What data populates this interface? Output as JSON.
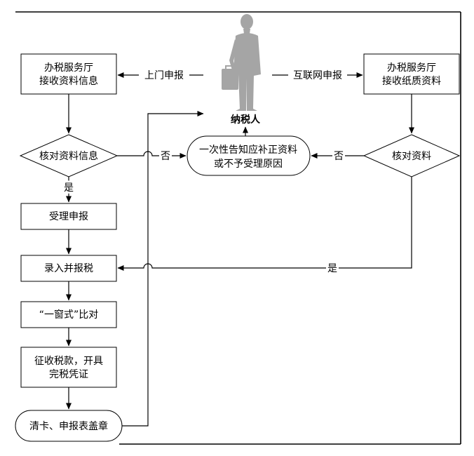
{
  "nodes": {
    "hall_receive_info": {
      "lines": [
        "办税服务厅",
        "接收资料信息"
      ]
    },
    "hall_receive_paper": {
      "lines": [
        "办税服务厅",
        "接收纸质资料"
      ]
    },
    "check_info": {
      "text": "核对资料信息"
    },
    "check_materials": {
      "text": "核对资料"
    },
    "one_time_notice": {
      "lines": [
        "一次性告知应补正资料",
        "或不予受理原因"
      ]
    },
    "taxpayer": {
      "label": "纳税人"
    },
    "accept_declaration": {
      "text": "受理申报"
    },
    "enter_and_report": {
      "text": "录入并报税"
    },
    "one_window_compare": {
      "text": "“一窗式”比对"
    },
    "collect_tax": {
      "lines": [
        "征收税款，开具",
        "完税凭证"
      ]
    },
    "clear_card_stamp": {
      "text": "清卡、申报表盖章"
    }
  },
  "edges": {
    "door_declaration": "上门申报",
    "internet_declaration": "互联网申报",
    "no_left": "否",
    "no_right": "否",
    "yes_left": "是",
    "yes_right": "是"
  },
  "icons": {
    "taxpayer_figure": "businessman-with-briefcase-icon"
  }
}
